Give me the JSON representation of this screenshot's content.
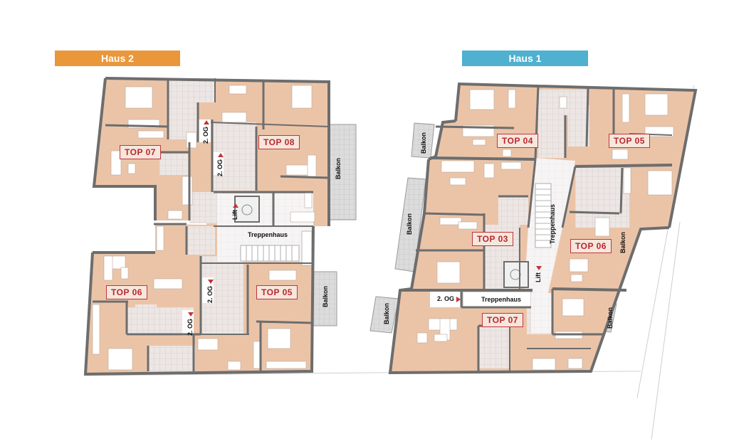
{
  "colors": {
    "haus2_banner": "#e9973a",
    "haus1_banner": "#4fb0d0",
    "room_fill": "#ebc4a8",
    "tile_fill": "#e9e3e1",
    "stair_fill": "#f4f4f4",
    "balcony_fill": "#d9d9d9",
    "wall": "#6d6d6d",
    "label_red": "#b8282d"
  },
  "houses": [
    {
      "id": "haus2",
      "title": "Haus 2",
      "units": [
        "TOP 07",
        "TOP 08",
        "TOP 06",
        "TOP 05"
      ],
      "labels": {
        "balkon_a": "Balkon",
        "balkon_b": "Balkon",
        "lift": "Lift",
        "treppenhaus": "Treppenhaus",
        "og_a": "2. OG",
        "og_b": "2. OG",
        "og_c": "2. OG",
        "og_d": "2. OG"
      }
    },
    {
      "id": "haus1",
      "title": "Haus 1",
      "units": [
        "TOP 04",
        "TOP 05",
        "TOP 03",
        "TOP 06",
        "TOP 07"
      ],
      "labels": {
        "balkon_a": "Balkon",
        "balkon_b": "Balkon",
        "balkon_c": "Balkon",
        "balkon_d": "Balkon",
        "balkon_e": "Balkon",
        "lift": "Lift",
        "treppenhaus_v": "Treppenhaus",
        "treppenhaus_h": "Treppenhaus",
        "og": "2. OG"
      }
    }
  ]
}
